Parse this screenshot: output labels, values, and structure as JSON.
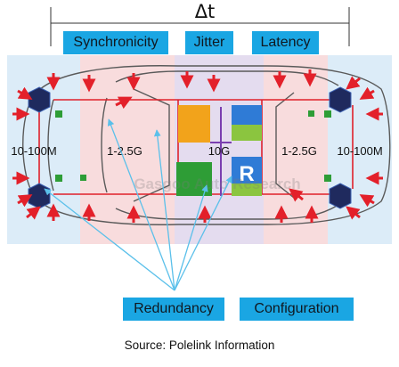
{
  "header": {
    "delta_symbol": "Δt",
    "labels": [
      "Synchronicity",
      "Jitter",
      "Latency"
    ]
  },
  "zones": {
    "left_outer": "10-100M",
    "left_inner": "1-2.5G",
    "center": "10G",
    "right_inner": "1-2.5G",
    "right_outer": "10-100M"
  },
  "center_unit_letter": "R",
  "watermark": "Gasgoo Auto Research",
  "bottom_labels": [
    "Redundancy",
    "Configuration"
  ],
  "source": "Source: Polelink Information",
  "colors": {
    "tag_blue": "#1aa6e3",
    "zone_blue": "#dcecf8",
    "zone_pink": "#f8dcdd",
    "zone_lavender": "#e4dcef",
    "arrow_red": "#e3202a",
    "node_navy": "#1f2a5e",
    "line_red": "#e0202a",
    "block_orange": "#f2a31b",
    "block_green": "#2e9d36",
    "block_blue": "#2f7bd6",
    "block_lightgreen": "#8bc53f",
    "pointer_line": "#5bc0ea"
  }
}
